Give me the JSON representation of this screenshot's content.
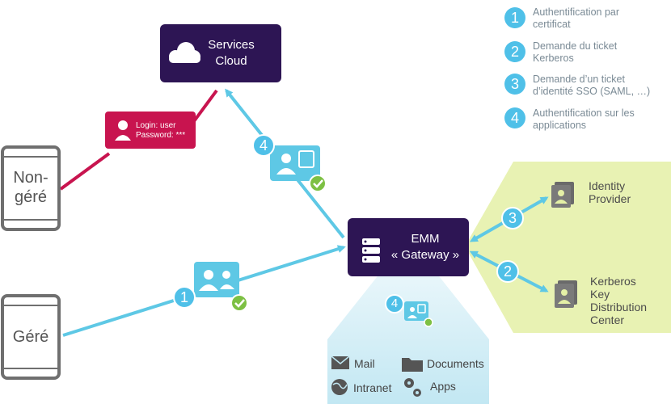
{
  "legend": [
    {
      "num": "1",
      "line1": "Authentification par",
      "line2": "certificat"
    },
    {
      "num": "2",
      "line1": "Demande du ticket",
      "line2": "Kerberos"
    },
    {
      "num": "3",
      "line1": "Demande d’un ticket",
      "line2": "d’identité SSO (SAML, …)"
    },
    {
      "num": "4",
      "line1": "Authentification sur les",
      "line2": "applications"
    }
  ],
  "services_cloud": {
    "line1": "Services",
    "line2": "Cloud"
  },
  "emm_gateway": {
    "line1": "EMM",
    "line2": "« Gateway »"
  },
  "credentials": {
    "login": "Login: user",
    "password": "Password: ***"
  },
  "devices": {
    "unmanaged_line1": "Non-",
    "unmanaged_line2": "géré",
    "managed": "Géré"
  },
  "identity_provider": {
    "line1": "Identity",
    "line2": "Provider"
  },
  "kerberos": {
    "line1": "Kerberos",
    "line2": "Key",
    "line3": "Distribution",
    "line4": "Center"
  },
  "steps": {
    "s1": "1",
    "s2": "2",
    "s3": "3",
    "s4": "4",
    "s4_small": "4"
  },
  "apps": {
    "mail": "Mail",
    "documents": "Documents",
    "intranet": "Intranet",
    "apps": "Apps"
  },
  "colors": {
    "box": "#2d1554",
    "credential_red": "#c8144f",
    "unmanaged_line": "#c8144f",
    "arrow_blue": "#5ec8e5",
    "step_circle": "#4fc0e8",
    "green_check": "#7dc043",
    "zone_green": "#e4f0a6",
    "zone_blue": "#bfe6f2",
    "device_frame": "#6f6f6f"
  },
  "icons": [
    "cloud-icon",
    "server-icon",
    "user-badge-icon",
    "user-group-icon",
    "id-card-icon",
    "check-icon",
    "mail-icon",
    "folder-icon",
    "globe-icon",
    "gears-icon"
  ]
}
